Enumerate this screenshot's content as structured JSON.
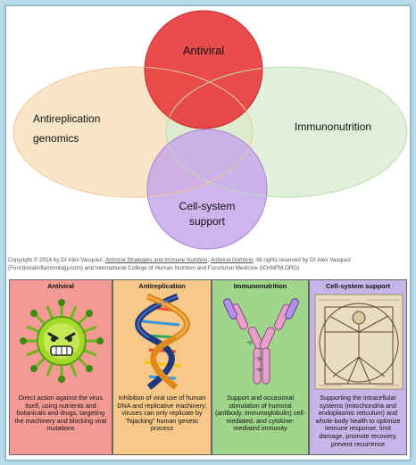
{
  "venn": {
    "labels": {
      "antiviral": "Antiviral",
      "antireplication_line1": "Antireplication",
      "antireplication_line2": "genomics",
      "immunonutrition": "Immunonutrition",
      "cellsystem_line1": "Cell-system",
      "cellsystem_line2": "support"
    },
    "colors": {
      "antiviral": "#e8393a",
      "antireplication": "#f6dcb6",
      "immunonutrition": "#d6ebcd",
      "cellsystem": "#c7a7ea"
    }
  },
  "copyright": {
    "prefix": "Copyright © 2014 by Dr Alex Vasquez.",
    "book1": "Antiviral Strategies and Immune Nutrition",
    "sep": ",",
    "book2": "Antiviral Nutrition",
    "suffix": ". All rights reserved by Dr Alex Vasquez (FunctionalInflammology.com) and International College of Human Nutrition and Functional Medicine (ICHNFM.ORG)"
  },
  "panels": [
    {
      "title": "Antiviral",
      "description": "Direct action against the virus itself, using nutrients and botanicals and drugs, targeting the machinery and blocking viral mutations",
      "color": "#f49a94",
      "icon": "virus-icon"
    },
    {
      "title": "Antireplication",
      "description": "Inhibition of viral use of human DNA and replicative machinery; viruses can only replicate by \"hijacking\" human genetic process",
      "color": "#f8c888",
      "icon": "dna-helix-icon"
    },
    {
      "title": "Immunonutrition",
      "description": "Support and occasional stimulation of humoral (antibody, immunoglobulin) cell-mediated, and cytokine-mediated immunity",
      "color": "#9fd68c",
      "icon": "antibody-icon"
    },
    {
      "title": "Cell-system support",
      "description": "Supporting the intracellular systems (mitochondria and endoplasmic reticulum) and whole-body health to optimize immune response, limit damage, promote recovery, prevent recurrence",
      "color": "#c7b4e8",
      "icon": "vitruvian-man-icon"
    }
  ]
}
